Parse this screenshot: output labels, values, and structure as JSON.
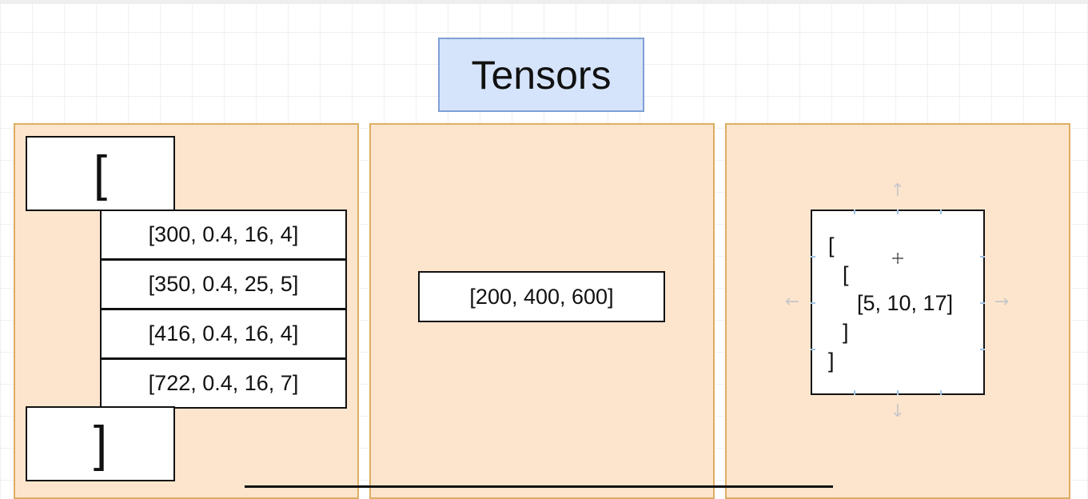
{
  "title": "Tensors",
  "panels": {
    "left": {
      "open_bracket": "[",
      "close_bracket": "]",
      "rows": [
        "[300, 0.4, 16, 4]",
        "[350, 0.4, 25, 5]",
        "[416, 0.4, 16, 4]",
        "[722, 0.4, 16, 7]"
      ]
    },
    "middle": {
      "vector": "[200, 400, 600]"
    },
    "right": {
      "lines": [
        "[",
        "[",
        "[5, 10, 17]",
        "]",
        "]"
      ]
    }
  },
  "colors": {
    "title_fill": "#d6e4fb",
    "title_border": "#7f9fd6",
    "panel_fill": "#fde5cd",
    "panel_border": "#dcae62",
    "selection_handle": "#9fc3e6"
  },
  "icons": {
    "resize_arrows": [
      "arrow-up-icon",
      "arrow-down-icon",
      "arrow-left-icon",
      "arrow-right-icon"
    ],
    "cursor": "move-cursor-icon"
  }
}
